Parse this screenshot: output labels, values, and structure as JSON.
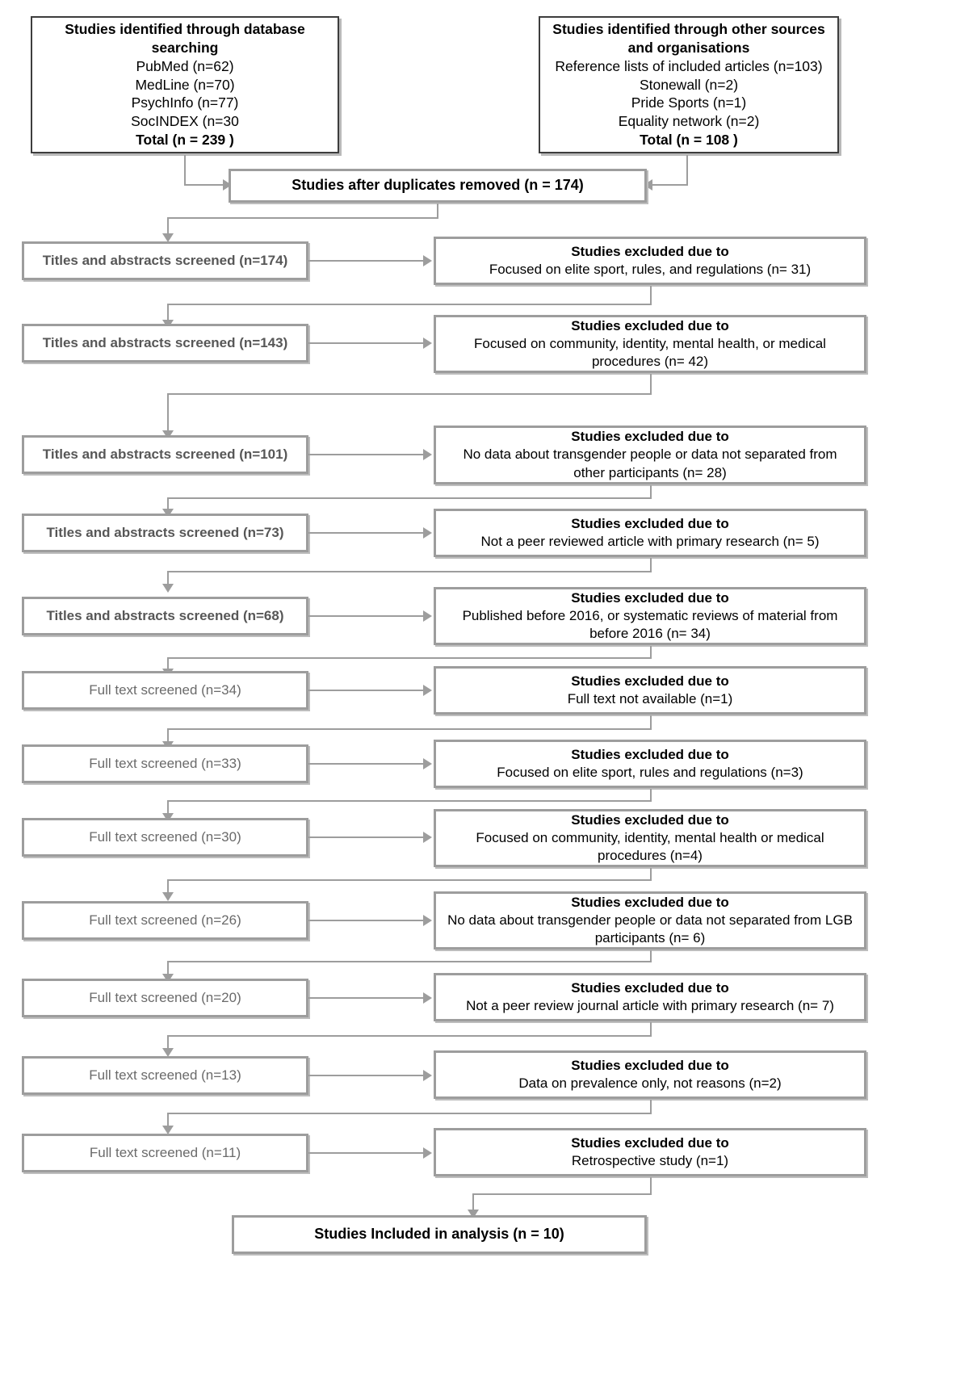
{
  "diagram": {
    "type": "prisma-flow-diagram",
    "colors": {
      "box_border_light": "#9d9d9d",
      "box_border_dark": "#3d3d3d",
      "connector": "#9d9d9d",
      "screen_text": "#575757",
      "body_text": "#000000",
      "background": "#ffffff"
    }
  },
  "sources": {
    "database": {
      "heading": "Studies identified through database searching",
      "items": [
        "PubMed (n=62)",
        "MedLine (n=70)",
        "PsychInfo (n=77)",
        "SocINDEX (n=30"
      ],
      "total": "Total (n = 239 )"
    },
    "other": {
      "heading": "Studies identified through other sources and organisations",
      "items": [
        "Reference lists of included articles (n=103)",
        "Stonewall (n=2)",
        "Pride Sports (n=1)",
        "Equality network (n=2)"
      ],
      "total": "Total (n =  108 )"
    }
  },
  "duplicates": {
    "label": "Studies after duplicates removed (n = 174)"
  },
  "stages": [
    {
      "screened": "Titles and abstracts screened (n=174)",
      "excluded_heading": "Studies excluded due to",
      "excluded_reason": "Focused on elite sport, rules, and regulations (n= 31)"
    },
    {
      "screened": "Titles and abstracts screened (n=143)",
      "excluded_heading": "Studies excluded due to",
      "excluded_reason": "Focused on community, identity, mental health, or medical procedures (n= 42)"
    },
    {
      "screened": "Titles and abstracts screened (n=101)",
      "excluded_heading": "Studies excluded due to",
      "excluded_reason": "No data about transgender people or data not separated from other participants (n= 28)"
    },
    {
      "screened": "Titles and abstracts screened (n=73)",
      "excluded_heading": "Studies excluded due to",
      "excluded_reason": "Not a peer reviewed article with primary research (n= 5)"
    },
    {
      "screened": "Titles and abstracts screened (n=68)",
      "excluded_heading": "Studies excluded due to",
      "excluded_reason": "Published before 2016, or systematic reviews of material from before 2016 (n= 34)"
    },
    {
      "screened": "Full text screened (n=34)",
      "excluded_heading": "Studies excluded due to",
      "excluded_reason": "Full text not available (n=1)"
    },
    {
      "screened": "Full text screened (n=33)",
      "excluded_heading": "Studies excluded due to",
      "excluded_reason": "Focused on elite sport, rules and regulations (n=3)"
    },
    {
      "screened": "Full text screened (n=30)",
      "excluded_heading": "Studies excluded due to",
      "excluded_reason": "Focused on community, identity, mental health or medical procedures (n=4)"
    },
    {
      "screened": "Full text screened (n=26)",
      "excluded_heading": "Studies excluded due to",
      "excluded_reason": "No data about transgender people or data not separated from LGB participants (n= 6)"
    },
    {
      "screened": "Full text screened (n=20)",
      "excluded_heading": "Studies excluded due to",
      "excluded_reason": "Not a peer review journal article with primary research (n= 7)"
    },
    {
      "screened": "Full text screened (n=13)",
      "excluded_heading": "Studies excluded due to",
      "excluded_reason": "Data on prevalence only, not reasons (n=2)"
    },
    {
      "screened": "Full text screened (n=11)",
      "excluded_heading": "Studies excluded due to",
      "excluded_reason": "Retrospective study (n=1)"
    }
  ],
  "included": {
    "label": "Studies Included in analysis (n = 10)"
  }
}
